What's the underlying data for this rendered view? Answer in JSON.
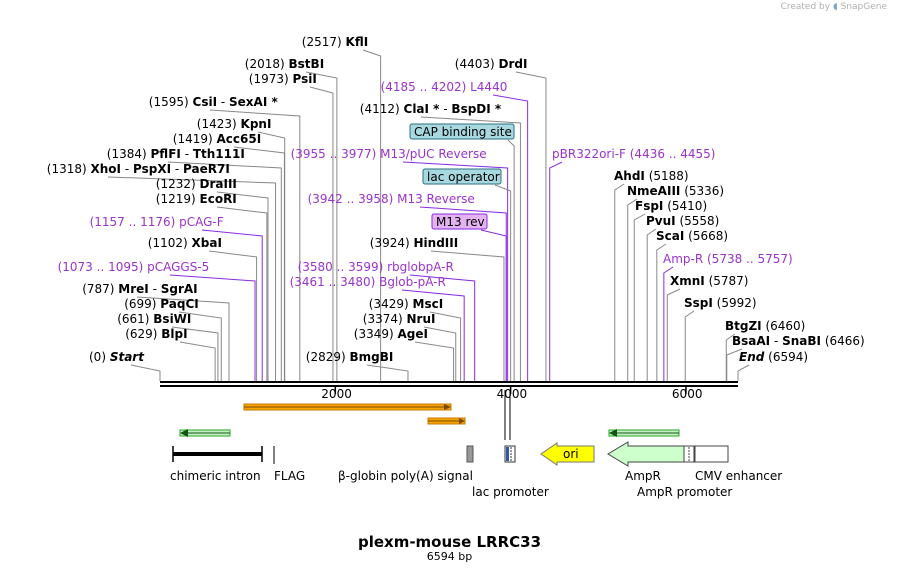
{
  "brand": {
    "created_by": "Created by",
    "app": "SnapGene"
  },
  "title": "plexm-mouse LRRC33",
  "length_label": "6594 bp",
  "sequence_length": 6594,
  "axis_ticks": [
    {
      "pos": 2000,
      "label": "2000"
    },
    {
      "pos": 4000,
      "label": "4000"
    },
    {
      "pos": 6000,
      "label": "6000"
    }
  ],
  "colors": {
    "enzyme": "#000000",
    "primer": "#9a33cc",
    "primer_line": "#8a2be2",
    "feature_box": "#a8d8e0",
    "ori": "#ffff00",
    "ampr": "#ccffcc",
    "orange_feature": "#f7a400",
    "green_arrow": "#22aa22"
  },
  "sites": [
    {
      "name": "KflI",
      "loc": "(2517)",
      "pos": 2517,
      "type": "enzyme"
    },
    {
      "name": "BstBI",
      "loc": "(2018)",
      "pos": 2018,
      "type": "enzyme"
    },
    {
      "name": "PsiI",
      "loc": "(1973)",
      "pos": 1973,
      "type": "enzyme"
    },
    {
      "name": "CsiI",
      "extra": "SexAI *",
      "loc": "(1595)",
      "pos": 1595,
      "type": "enzyme"
    },
    {
      "name": "KpnI",
      "loc": "(1423)",
      "pos": 1423,
      "type": "enzyme"
    },
    {
      "name": "Acc65I",
      "loc": "(1419)",
      "pos": 1419,
      "type": "enzyme"
    },
    {
      "name": "PflFI",
      "extra": "Tth111I",
      "loc": "(1384)",
      "pos": 1384,
      "type": "enzyme"
    },
    {
      "name": "XhoI",
      "extra": "PspXI",
      "extra2": "PaeR7I",
      "loc": "(1318)",
      "pos": 1318,
      "type": "enzyme"
    },
    {
      "name": "DraIII",
      "loc": "(1232)",
      "pos": 1232,
      "type": "enzyme"
    },
    {
      "name": "EcoRI",
      "loc": "(1219)",
      "pos": 1219,
      "type": "enzyme"
    },
    {
      "name": "pCAG-F",
      "loc": "(1157 .. 1176)",
      "pos": 1166,
      "type": "primer"
    },
    {
      "name": "XbaI",
      "loc": "(1102)",
      "pos": 1102,
      "type": "enzyme"
    },
    {
      "name": "pCAGGS-5",
      "loc": "(1073 .. 1095)",
      "pos": 1084,
      "type": "primer"
    },
    {
      "name": "MreI",
      "extra": "SgrAI",
      "loc": "(787)",
      "pos": 787,
      "type": "enzyme"
    },
    {
      "name": "PaqCI",
      "loc": "(699)",
      "pos": 699,
      "type": "enzyme"
    },
    {
      "name": "BsiWI",
      "loc": "(661)",
      "pos": 661,
      "type": "enzyme"
    },
    {
      "name": "BlpI",
      "loc": "(629)",
      "pos": 629,
      "type": "enzyme"
    },
    {
      "name": "Start",
      "loc": "(0)",
      "pos": 0,
      "type": "origin"
    },
    {
      "name": "BmgBI",
      "loc": "(2829)",
      "pos": 2829,
      "type": "enzyme"
    },
    {
      "name": "DrdI",
      "loc": "(4403)",
      "pos": 4403,
      "type": "enzyme"
    },
    {
      "name": "L4440",
      "loc": "(4185 .. 4202)",
      "pos": 4194,
      "type": "primer"
    },
    {
      "name": "ClaI *",
      "extra": "BspDI *",
      "loc": "(4112)",
      "pos": 4112,
      "type": "enzyme"
    },
    {
      "name": "CAP binding site",
      "pos": 4040,
      "type": "box"
    },
    {
      "name": "M13/pUC Reverse",
      "loc": "(3955 .. 3977)",
      "pos": 3966,
      "type": "primer"
    },
    {
      "name": "lac operator",
      "pos": 4000,
      "type": "box"
    },
    {
      "name": "M13 Reverse",
      "loc": "(3942 .. 3958)",
      "pos": 3950,
      "type": "primer"
    },
    {
      "name": "M13 rev",
      "pos": 3950,
      "type": "primerbox"
    },
    {
      "name": "HindIII",
      "loc": "(3924)",
      "pos": 3924,
      "type": "enzyme"
    },
    {
      "name": "rbglobpA-R",
      "loc": "(3580 .. 3599)",
      "pos": 3590,
      "type": "primer"
    },
    {
      "name": "Bglob-pA-R",
      "loc": "(3461 .. 3480)",
      "pos": 3470,
      "type": "primer"
    },
    {
      "name": "MscI",
      "loc": "(3429)",
      "pos": 3429,
      "type": "enzyme"
    },
    {
      "name": "NruI",
      "loc": "(3374)",
      "pos": 3374,
      "type": "enzyme"
    },
    {
      "name": "AgeI",
      "loc": "(3349)",
      "pos": 3349,
      "type": "enzyme"
    },
    {
      "name": "pBR322ori-F",
      "loc": "(4436 .. 4455)",
      "pos": 4446,
      "type": "primer"
    },
    {
      "name": "AhdI",
      "loc": "(5188)",
      "pos": 5188,
      "type": "enzyme"
    },
    {
      "name": "NmeAIII",
      "loc": "(5336)",
      "pos": 5336,
      "type": "enzyme"
    },
    {
      "name": "FspI",
      "loc": "(5410)",
      "pos": 5410,
      "type": "enzyme"
    },
    {
      "name": "PvuI",
      "loc": "(5558)",
      "pos": 5558,
      "type": "enzyme"
    },
    {
      "name": "ScaI",
      "loc": "(5668)",
      "pos": 5668,
      "type": "enzyme"
    },
    {
      "name": "Amp-R",
      "loc": "(5738 .. 5757)",
      "pos": 5748,
      "type": "primer"
    },
    {
      "name": "XmnI",
      "loc": "(5787)",
      "pos": 5787,
      "type": "enzyme"
    },
    {
      "name": "SspI",
      "loc": "(5992)",
      "pos": 5992,
      "type": "enzyme"
    },
    {
      "name": "BtgZI",
      "loc": "(6460)",
      "pos": 6460,
      "type": "enzyme"
    },
    {
      "name": "BsaAI",
      "extra": "SnaBI",
      "loc": "(6466)",
      "pos": 6466,
      "type": "enzyme"
    },
    {
      "name": "End",
      "loc": "(6594)",
      "pos": 6594,
      "type": "origin"
    }
  ],
  "features": [
    {
      "name": "chimeric intron",
      "start": 150,
      "end": 1170,
      "type": "intron"
    },
    {
      "name": "FLAG",
      "start": 1320,
      "end": 1345,
      "type": "tag"
    },
    {
      "name": "β-globin poly(A) signal",
      "start": 3520,
      "end": 3580,
      "type": "polyA"
    },
    {
      "name": "lac promoter",
      "start": 3980,
      "end": 4080,
      "type": "promoter"
    },
    {
      "name": "ori",
      "start": 4300,
      "end": 4890,
      "type": "ori"
    },
    {
      "name": "AmpR",
      "start": 5050,
      "end": 5930,
      "type": "cds"
    },
    {
      "name": "AmpR promoter",
      "start": 5930,
      "end": 6040,
      "type": "promoter"
    },
    {
      "name": "CMV enhancer",
      "start": 6040,
      "end": 6420,
      "type": "enhancer"
    }
  ]
}
